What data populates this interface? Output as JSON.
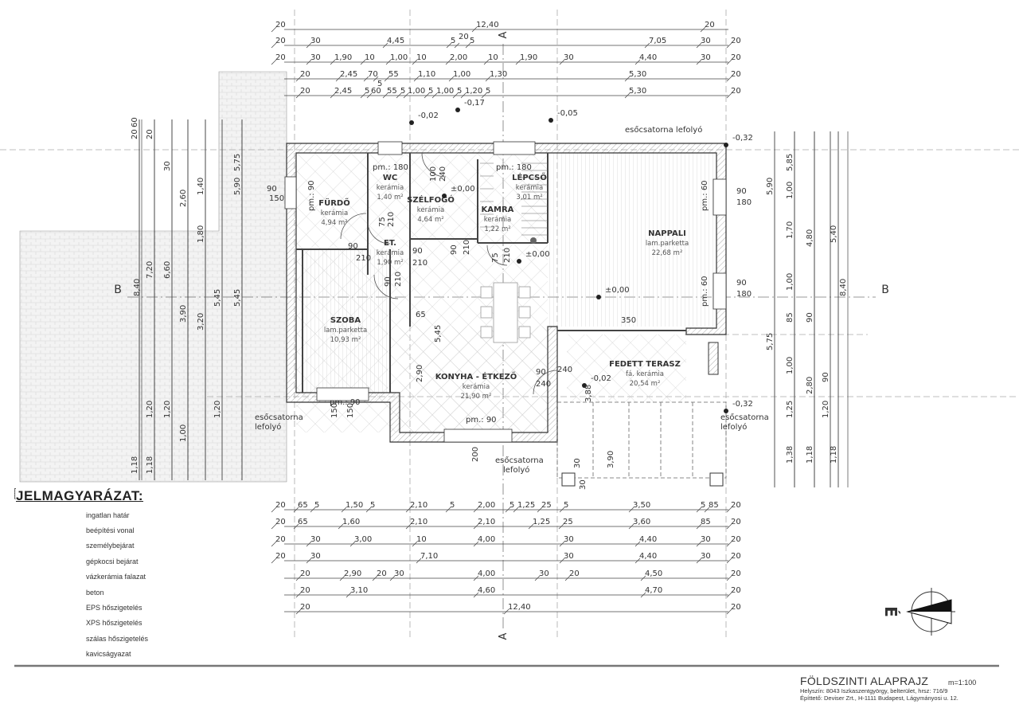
{
  "drawing": {
    "title": "FÖLDSZINTI ALAPRAJZ",
    "scale": "m=1:100",
    "location": "Helyszín: 8043 Iszkaszentgyörgy, belterület, hrsz: 716/9",
    "builder": "Építtető: Deviser Zrt., H-1111 Budapest, Lágymányosi u. 12.",
    "north_label": "É",
    "sections": {
      "a": "A",
      "b": "B"
    }
  },
  "legend": {
    "title": "JELMAGYARÁZAT:",
    "items": [
      {
        "label": "ingatlan határ",
        "icon": "solid-line"
      },
      {
        "label": "beépítési vonal",
        "icon": "dashed-red-line"
      },
      {
        "label": "személybejárat",
        "icon": "grey-triangle"
      },
      {
        "label": "gépkocsi bejárat",
        "icon": "black-triangle"
      },
      {
        "label": "vázkerámia falazat",
        "icon": "hatch-box"
      },
      {
        "label": "beton",
        "icon": "dotted-box"
      },
      {
        "label": "EPS hőszigetelés",
        "icon": "eps-strip"
      },
      {
        "label": "XPS hőszigetelés",
        "icon": "xps-strip"
      },
      {
        "label": "szálas hőszigetelés",
        "icon": "empty-strip"
      },
      {
        "label": "kavicságyazat",
        "icon": "gravel-box"
      }
    ]
  },
  "rooms": [
    {
      "name": "FÜRDŐ",
      "floor": "kerámia",
      "area": "4,94 m²"
    },
    {
      "name": "WC",
      "floor": "kerámia",
      "area": "1,40 m²"
    },
    {
      "name": "SZÉLFOGÓ",
      "floor": "kerámia",
      "area": "4,64 m²"
    },
    {
      "name": "LÉPCSŐ",
      "floor": "kerámia",
      "area": "3,01 m²"
    },
    {
      "name": "KAMRA",
      "floor": "kerámia",
      "area": "1,22 m²"
    },
    {
      "name": "ET.",
      "floor": "kerámia",
      "area": "1,90 m²"
    },
    {
      "name": "NAPPALI",
      "floor": "lam.parketta",
      "area": "22,68 m²"
    },
    {
      "name": "SZOBA",
      "floor": "lam.parketta",
      "area": "10,93 m²"
    },
    {
      "name": "KONYHA - ÉTKEZŐ",
      "floor": "kerámia",
      "area": "21,90 m²"
    },
    {
      "name": "FEDETT TERASZ",
      "floor": "fá. kerámia",
      "area": "20,54 m²"
    }
  ],
  "levels": [
    "±0,00",
    "±0,00",
    "±0,00",
    "-0,02",
    "-0,17",
    "-0,05",
    "-0,32",
    "-0,32",
    "-0,02"
  ],
  "annotations": [
    "esőcsatorna lefolyó",
    "esőcsatorna",
    "lefolyó",
    "esőcsatorna",
    "lefolyó",
    "esőcsatorna",
    "lefolyó",
    "pm.: 180",
    "pm.: 180",
    "pm.: 90",
    "pm.: 90",
    "90",
    "150",
    "90",
    "180",
    "90",
    "180",
    "90",
    "210",
    "90",
    "210",
    "90",
    "240",
    "350",
    "240",
    "3,88",
    "30",
    "3,90",
    "30",
    "65",
    "2,90",
    "5,45",
    "200",
    "150",
    "150"
  ],
  "rotated_annotations": [
    "pm.: 90",
    "pm.: 60",
    "pm.: 60",
    "75",
    "210",
    "100",
    "240",
    "90",
    "210",
    "75",
    "210",
    "90",
    "210"
  ],
  "dimensions_top": [
    [
      "20",
      "12,40",
      "20"
    ],
    [
      "20",
      "30",
      "4,45",
      "5",
      "20",
      "5",
      "7,05",
      "30",
      "20"
    ],
    [
      "20",
      "30",
      "1,90",
      "10",
      "1,00",
      "10",
      "2,00",
      "10",
      "1,90",
      "30",
      "4,40",
      "30",
      "20"
    ],
    [
      "20",
      "2,45",
      "70",
      "5",
      "55",
      "1,10",
      "1,00",
      "1,30",
      "5,30",
      "20"
    ],
    [
      "20",
      "2,45",
      "5",
      "60",
      "55",
      "5",
      "1,00",
      "5",
      "1,00",
      "5",
      "1,20",
      "5",
      "5,30",
      "20"
    ]
  ],
  "dimensions_bottom": [
    [
      "20",
      "65",
      "5",
      "1,50",
      "5",
      "2,10",
      "5",
      "2,00",
      "5",
      "1,25",
      "25",
      "5",
      "3,50",
      "5",
      "85",
      "20"
    ],
    [
      "20",
      "65",
      "1,60",
      "2,10",
      "2,10",
      "1,25",
      "25",
      "3,60",
      "85",
      "20"
    ],
    [
      "20",
      "30",
      "3,00",
      "10",
      "4,00",
      "30",
      "4,40",
      "30",
      "20"
    ],
    [
      "20",
      "30",
      "7,10",
      "30",
      "4,40",
      "30",
      "20"
    ],
    [
      "20",
      "2,90",
      "20",
      "30",
      "4,00",
      "30",
      "20",
      "4,50",
      "20"
    ],
    [
      "20",
      "3,10",
      "4,60",
      "4,70",
      "20"
    ],
    [
      "20",
      "12,40",
      "20"
    ]
  ],
  "dimensions_left": [
    "8,40",
    "7,20",
    "6,60",
    "3,90",
    "3,20",
    "5,45",
    "5,45",
    "20",
    "60",
    "20",
    "30",
    "2,60",
    "1,40",
    "5,75",
    "5,90",
    "1,80",
    "1,20",
    "1,20",
    "1,00",
    "1,20",
    "1,18",
    "1,18"
  ],
  "dimensions_right": [
    "8,40",
    "5,40",
    "4,80",
    "1,00",
    "1,70",
    "1,00",
    "85",
    "5,85",
    "5,90",
    "5,75",
    "1,00",
    "2,80",
    "1,25",
    "1,38",
    "1,18",
    "1,18",
    "1,20",
    "90",
    "90"
  ]
}
